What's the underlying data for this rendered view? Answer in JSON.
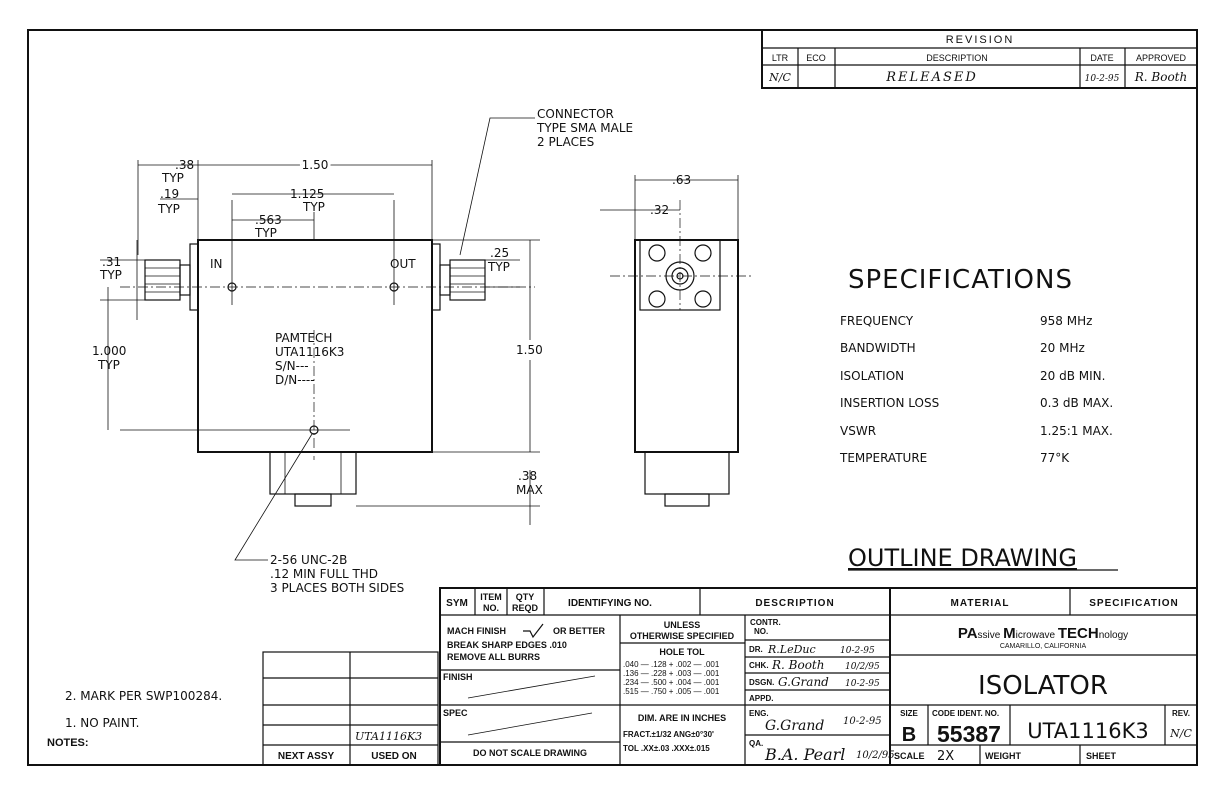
{
  "revision": {
    "title": "REVISION",
    "headers": [
      "LTR",
      "ECO",
      "DESCRIPTION",
      "DATE",
      "APPROVED"
    ],
    "row": {
      "ltr": "N/C",
      "eco": "",
      "description": "RELEASED",
      "date": "10-2-95",
      "approved": "R. Booth"
    }
  },
  "front_view": {
    "connector_note": [
      "CONNECTOR",
      "TYPE SMA MALE",
      "2 PLACES"
    ],
    "dims": {
      "d150": "1.50",
      "d038": ".38",
      "typ": "TYP",
      "d019": ".19",
      "d1125": "1.125",
      "d0563": ".563",
      "d031": ".31",
      "d025": ".25",
      "d1000": "1.000",
      "d150v": "1.50",
      "d038max": ".38",
      "max": "MAX"
    },
    "in_label": "IN",
    "out_label": "OUT",
    "marking": [
      "PAMTECH",
      "UTA1116K3",
      "S/N---",
      "D/N----"
    ],
    "thread_note": [
      "2-56 UNC-2B",
      ".12 MIN FULL THD",
      "3 PLACES BOTH SIDES"
    ]
  },
  "side_view": {
    "d063": ".63",
    "d032": ".32"
  },
  "specifications": {
    "title": "SPECIFICATIONS",
    "rows": [
      {
        "label": "FREQUENCY",
        "value": "958 MHz"
      },
      {
        "label": "BANDWIDTH",
        "value": "20 MHz"
      },
      {
        "label": "ISOLATION",
        "value": "20 dB MIN."
      },
      {
        "label": "INSERTION LOSS",
        "value": "0.3 dB MAX."
      },
      {
        "label": "VSWR",
        "value": "1.25:1 MAX."
      },
      {
        "label": "TEMPERATURE",
        "value": "77°K"
      }
    ]
  },
  "outline_title": "OUTLINE DRAWING",
  "notes": {
    "items": [
      "2. MARK PER SWP100284.",
      "1. NO PAINT."
    ],
    "label": "NOTES:"
  },
  "assy": {
    "next_assy": "NEXT ASSY",
    "used_on": "USED ON",
    "used_on_value": "UTA1116K3"
  },
  "parts_list": {
    "headers": [
      "SYM",
      "ITEM",
      "NO.",
      "QTY",
      "REQD",
      "IDENTIFYING NO.",
      "DESCRIPTION"
    ]
  },
  "finish_block": {
    "mach": "MACH FINISH",
    "or_better": "OR BETTER",
    "break": "BREAK SHARP EDGES .010",
    "burrs": "REMOVE ALL BURRS",
    "finish": "FINISH",
    "spec": "SPEC",
    "no_scale": "DO NOT SCALE DRAWING"
  },
  "tolerance": {
    "unless": "UNLESS",
    "otherwise": "OTHERWISE SPECIFIED",
    "hole_tol": "HOLE TOL",
    "rows": [
      ".040 — .128 + .002 — .001",
      ".136 — .228 + .003 — .001",
      ".234 — .500 + .004 — .001",
      ".515 — .750 + .005 — .001"
    ],
    "dim": "DIM. ARE IN INCHES",
    "fract": "FRACT.±1/32 ANG±0°30'",
    "tol": "TOL .XX±.03   .XXX±.015"
  },
  "signatures": {
    "contr": "CONTR.",
    "no": "NO.",
    "dr": "DR.",
    "dr_sig": "R.LeDuc",
    "dr_date": "10-2-95",
    "chk": "CHK.",
    "chk_sig": "R. Booth",
    "chk_date": "10/2/95",
    "dsgn": "DSGN.",
    "dsgn_sig": "G.Grand",
    "dsgn_date": "10-2-95",
    "appd": "APPD.",
    "eng": "ENG.",
    "eng_sig": "G.Grand",
    "eng_date": "10-2-95",
    "qa": "QA.",
    "qa_sig": "B.A. Pearl",
    "qa_date": "10/2/95"
  },
  "title_block": {
    "material": "MATERIAL",
    "specification": "SPECIFICATION",
    "company": {
      "pa": "PA",
      "ssive": "ssive ",
      "m": "M",
      "icrowave": "icrowave ",
      "tech": "TECH",
      "nology": "nology"
    },
    "location": "CAMARILLO, CALIFORNIA",
    "title": "ISOLATOR",
    "size_label": "SIZE",
    "size": "B",
    "code_label": "CODE IDENT. NO.",
    "code": "55387",
    "dwg_no": "UTA1116K3",
    "rev_label": "REV.",
    "rev": "N/C",
    "scale_label": "SCALE",
    "scale": "2X",
    "weight": "WEIGHT",
    "sheet": "SHEET"
  }
}
